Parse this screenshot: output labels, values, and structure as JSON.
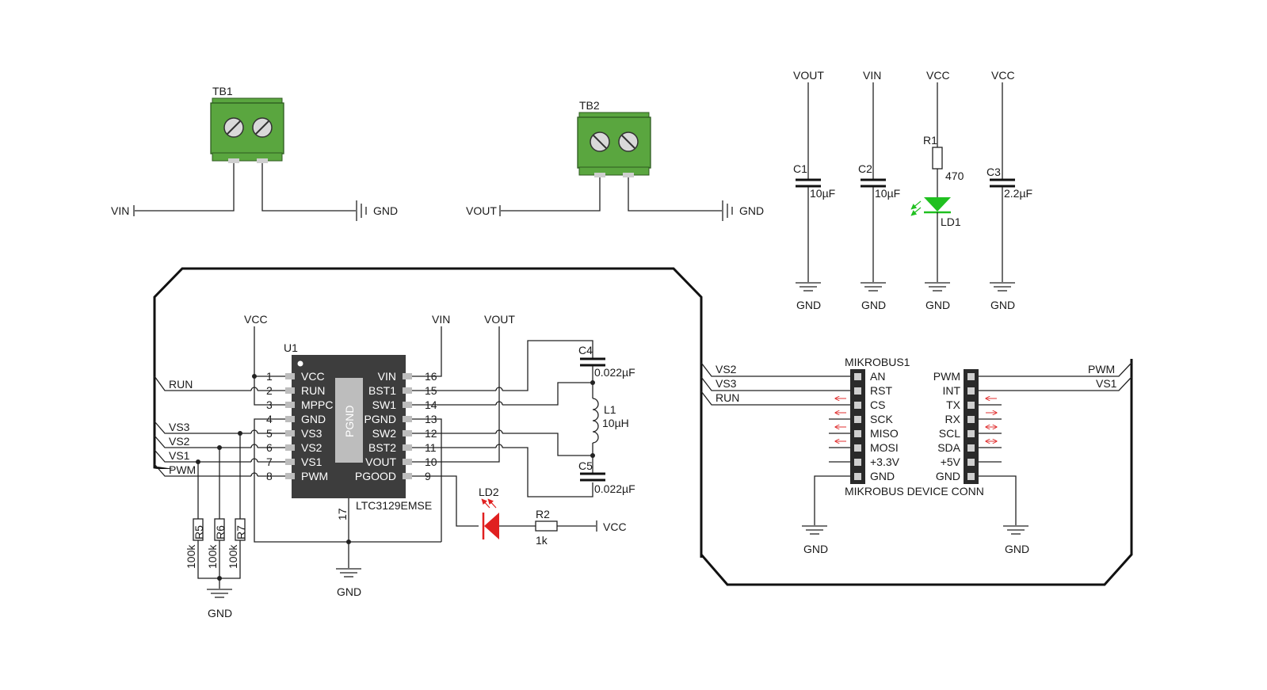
{
  "colors": {
    "wire": "#222222",
    "chip": "#3d3d3d",
    "chip_pad": "#bdbdbd",
    "terminal_green": "#5aa63f",
    "led_green": "#20c020",
    "led_red": "#e02020",
    "arrow_red": "#e03030",
    "header": "#2a2a2a"
  },
  "terminals": {
    "tb1": {
      "ref": "TB1",
      "left_net": "VIN",
      "right_net": "GND"
    },
    "tb2": {
      "ref": "TB2",
      "left_net": "VOUT",
      "right_net": "GND"
    }
  },
  "bypass": {
    "c1": {
      "top": "VOUT",
      "ref": "C1",
      "value": "10µF",
      "gnd": "GND"
    },
    "c2": {
      "top": "VIN",
      "ref": "C2",
      "value": "10µF",
      "gnd": "GND"
    },
    "led": {
      "top": "VCC",
      "ref_r": "R1",
      "value_r": "470",
      "ref_led": "LD1",
      "gnd": "GND"
    },
    "c3": {
      "top": "VCC",
      "ref": "C3",
      "value": "2.2µF",
      "gnd": "GND"
    }
  },
  "ic": {
    "ref": "U1",
    "part": "LTC3129EMSE",
    "pad_label": "PGND",
    "pad_pin": "17",
    "left_pins": [
      {
        "num": "1",
        "name": "VCC"
      },
      {
        "num": "2",
        "name": "RUN"
      },
      {
        "num": "3",
        "name": "MPPC"
      },
      {
        "num": "4",
        "name": "GND"
      },
      {
        "num": "5",
        "name": "VS3"
      },
      {
        "num": "6",
        "name": "VS2"
      },
      {
        "num": "7",
        "name": "VS1"
      },
      {
        "num": "8",
        "name": "PWM"
      }
    ],
    "right_pins": [
      {
        "num": "16",
        "name": "VIN"
      },
      {
        "num": "15",
        "name": "BST1"
      },
      {
        "num": "14",
        "name": "SW1"
      },
      {
        "num": "13",
        "name": "PGND"
      },
      {
        "num": "12",
        "name": "SW2"
      },
      {
        "num": "11",
        "name": "BST2"
      },
      {
        "num": "10",
        "name": "VOUT"
      },
      {
        "num": "9",
        "name": "PGOOD"
      }
    ]
  },
  "ic_nets": {
    "vcc": "VCC",
    "vin": "VIN",
    "vout": "VOUT",
    "run": "RUN",
    "vs3": "VS3",
    "vs2": "VS2",
    "vs1": "VS1",
    "pwm": "PWM",
    "gnd_ic": "GND",
    "gnd_res": "GND",
    "c4_ref": "C4",
    "c4_value": "0.022µF",
    "l1_ref": "L1",
    "l1_value": "10µH",
    "c5_ref": "C5",
    "c5_value": "0.022µF",
    "ld2_ref": "LD2",
    "r2_ref": "R2",
    "r2_value": "1k",
    "r2_net": "VCC",
    "r5_ref": "R5",
    "r5_value": "100k",
    "r6_ref": "R6",
    "r6_value": "100k",
    "r7_ref": "R7",
    "r7_value": "100k"
  },
  "mikrobus": {
    "ref": "MIKROBUS1",
    "caption": "MIKROBUS DEVICE CONN",
    "left_pins": [
      "AN",
      "RST",
      "CS",
      "SCK",
      "MISO",
      "MOSI",
      "+3.3V",
      "GND"
    ],
    "right_pins": [
      "PWM",
      "INT",
      "TX",
      "RX",
      "SCL",
      "SDA",
      "+5V",
      "GND"
    ],
    "left_nets": [
      "VS2",
      "VS3",
      "RUN"
    ],
    "right_nets": [
      "PWM",
      "VS1"
    ],
    "gnd_left": "GND",
    "gnd_right": "GND"
  }
}
